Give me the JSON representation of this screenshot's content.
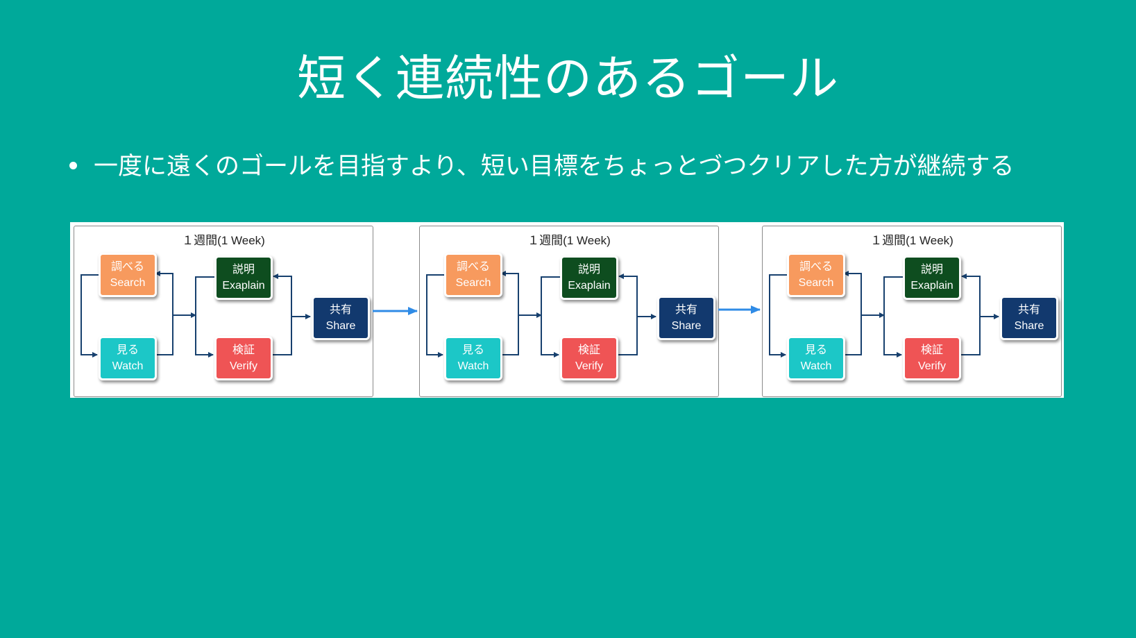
{
  "title": "短く連続性のあるゴール",
  "bullet": "一度に遠くのゴールを目指すより、短い目標をちょっとづつクリアした方が継続する",
  "diagram": {
    "weeks": [
      {
        "label": "１週間(1 Week)",
        "nodes": {
          "search": {
            "jp": "調べる",
            "en": "Search"
          },
          "watch": {
            "jp": "見る",
            "en": "Watch"
          },
          "explain": {
            "jp": "説明",
            "en": "Exaplain"
          },
          "verify": {
            "jp": "検証",
            "en": "Verify"
          },
          "share": {
            "jp": "共有",
            "en": "Share"
          }
        }
      },
      {
        "label": "１週間(1 Week)",
        "nodes": {
          "search": {
            "jp": "調べる",
            "en": "Search"
          },
          "watch": {
            "jp": "見る",
            "en": "Watch"
          },
          "explain": {
            "jp": "説明",
            "en": "Exaplain"
          },
          "verify": {
            "jp": "検証",
            "en": "Verify"
          },
          "share": {
            "jp": "共有",
            "en": "Share"
          }
        }
      },
      {
        "label": "１週間(1 Week)",
        "nodes": {
          "search": {
            "jp": "調べる",
            "en": "Search"
          },
          "watch": {
            "jp": "見る",
            "en": "Watch"
          },
          "explain": {
            "jp": "説明",
            "en": "Exaplain"
          },
          "verify": {
            "jp": "検証",
            "en": "Verify"
          },
          "share": {
            "jp": "共有",
            "en": "Share"
          }
        }
      }
    ],
    "colors": {
      "search": "#f79a5e",
      "watch": "#1cc7c7",
      "explain": "#0e4d1f",
      "verify": "#ef5455",
      "share": "#12396e",
      "connector": "#17406e",
      "flow_arrow": "#2f8be6"
    }
  }
}
